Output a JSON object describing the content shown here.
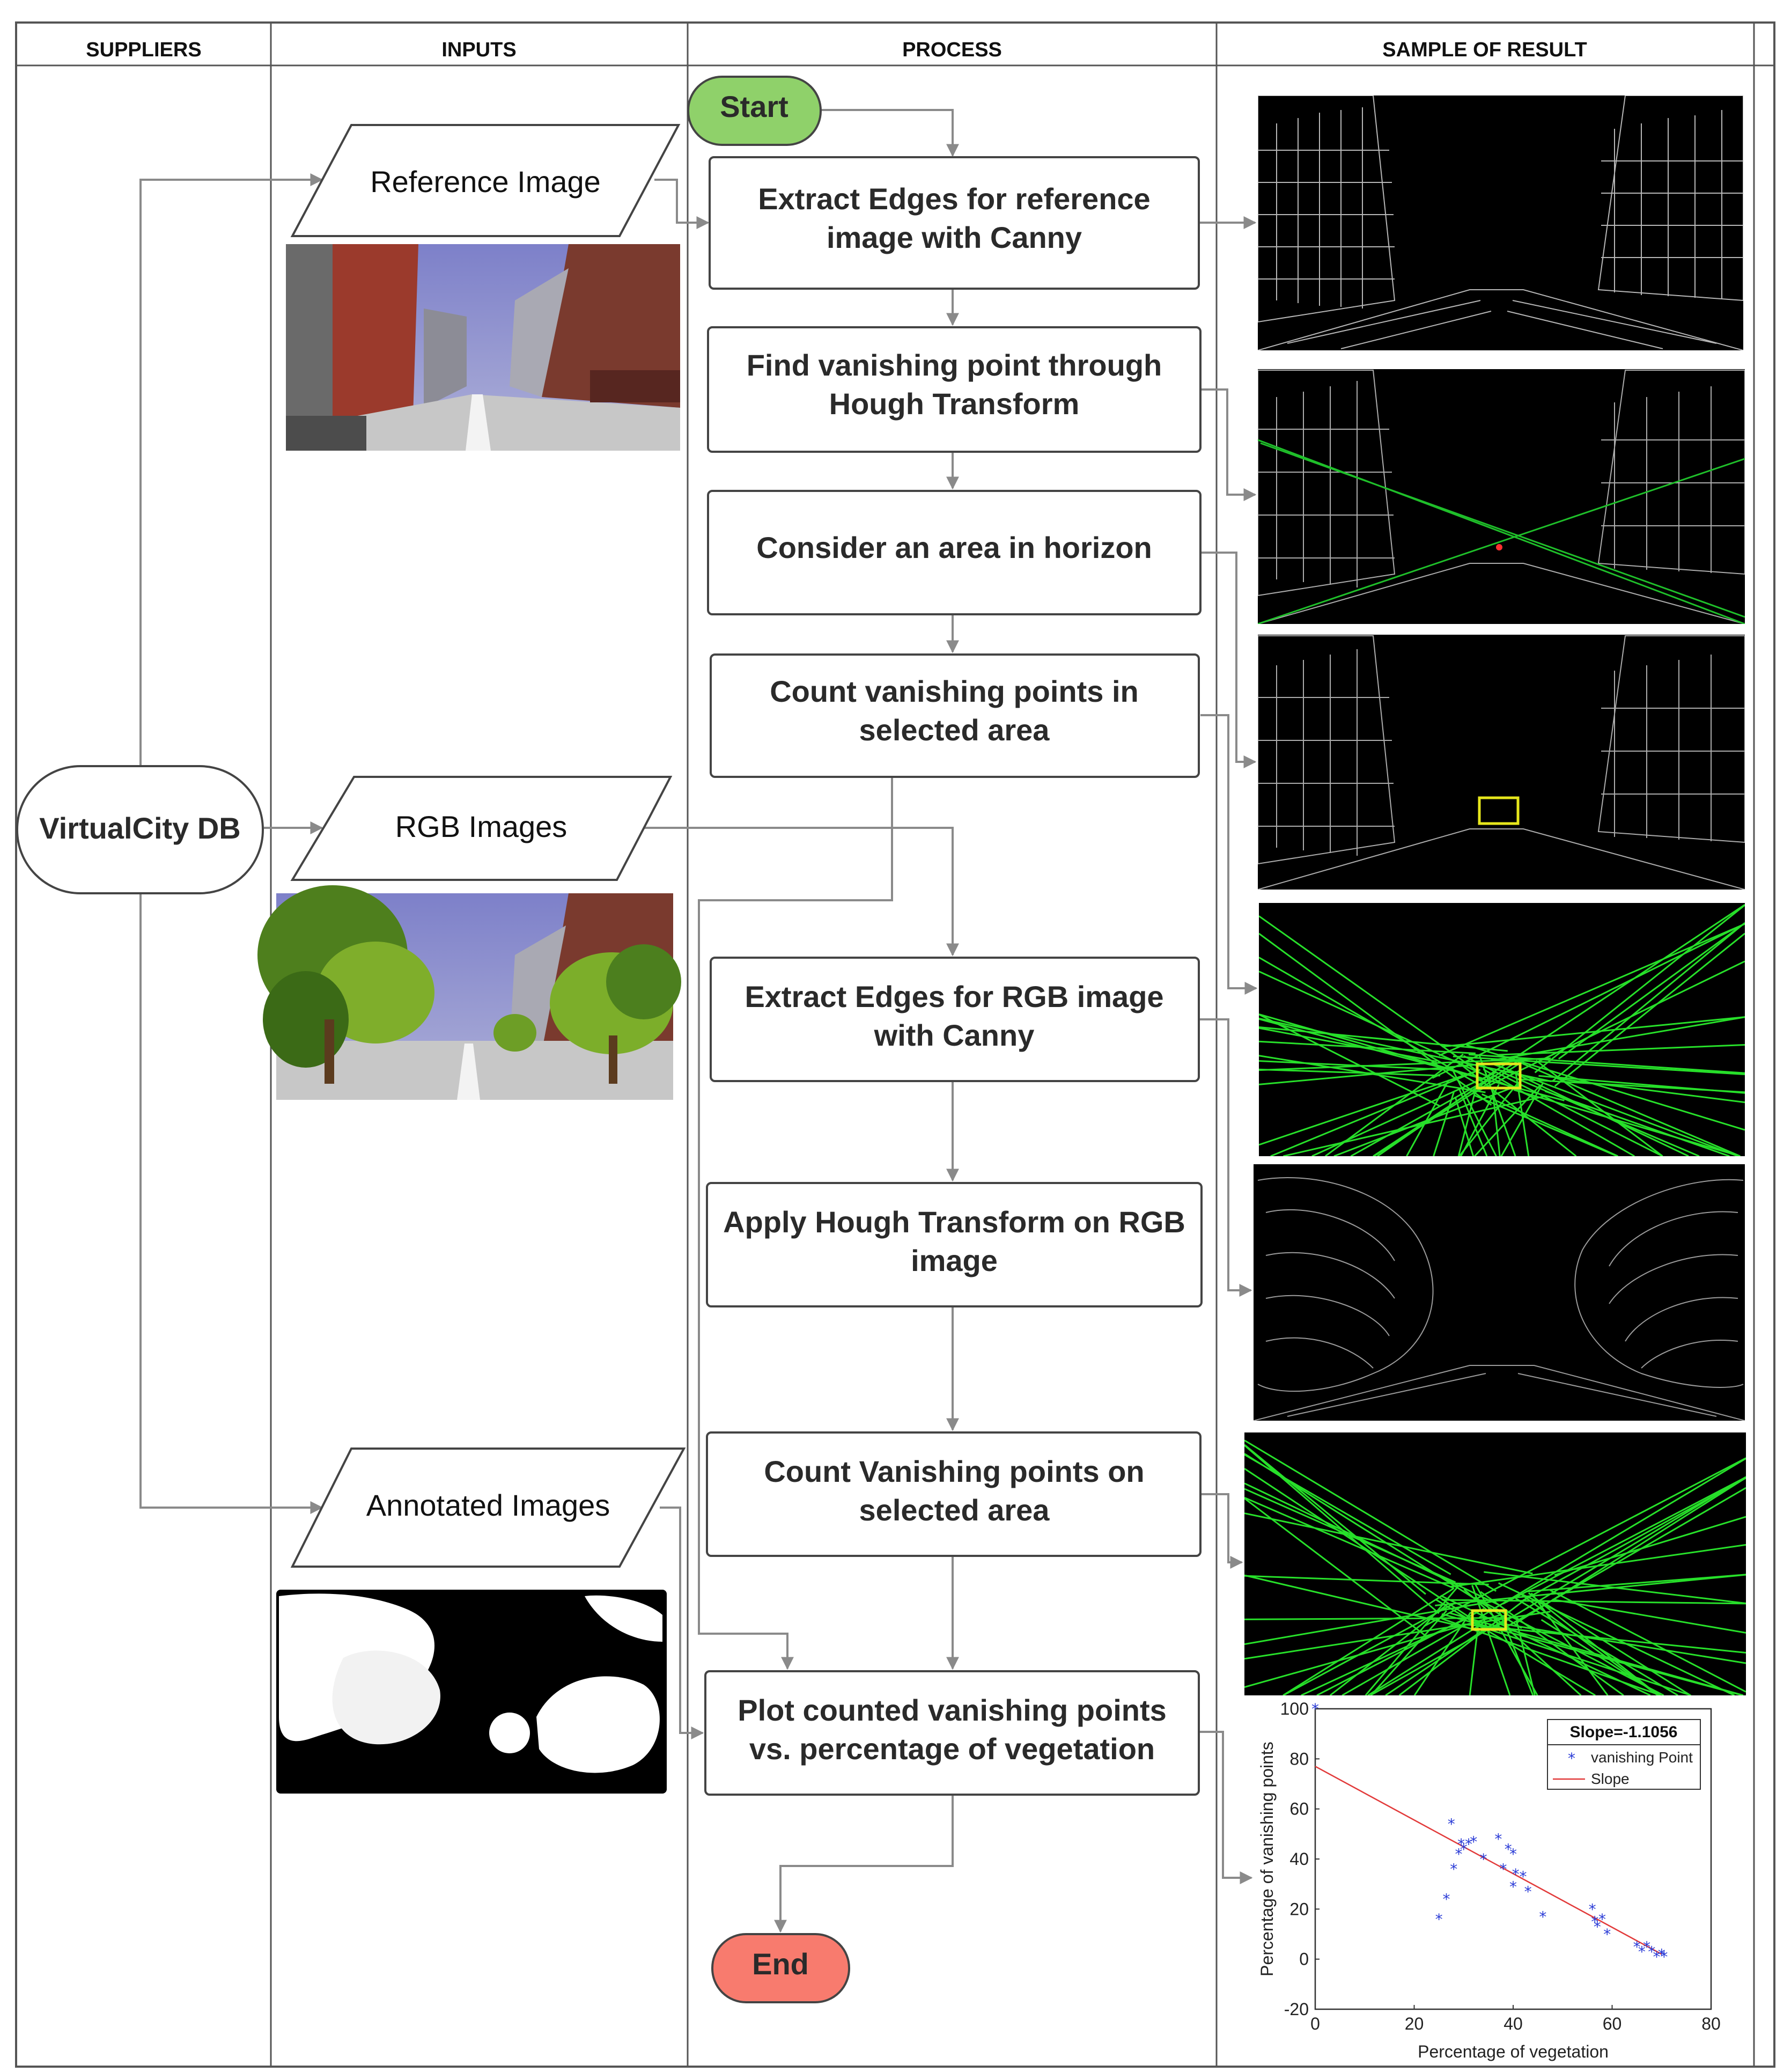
{
  "lanes": {
    "suppliers": "SUPPLIERS",
    "inputs": "INPUTS",
    "process": "PROCESS",
    "result": "SAMPLE OF RESULT"
  },
  "supplier": {
    "label": "VirtualCity DB"
  },
  "inputs": {
    "reference": "Reference Image",
    "rgb": "RGB Images",
    "annotated": "Annotated Images"
  },
  "terminals": {
    "start": "Start",
    "end": "End"
  },
  "steps": [
    {
      "lines": [
        "Extract Edges for reference",
        "image  with Canny"
      ]
    },
    {
      "lines": [
        "Find vanishing point through",
        "Hough Transform"
      ]
    },
    {
      "lines": [
        "Consider an area in horizon"
      ]
    },
    {
      "lines": [
        "Count vanishing points in",
        "selected area"
      ]
    },
    {
      "lines": [
        "Extract Edges for RGB image",
        "with Canny"
      ]
    },
    {
      "lines": [
        "Apply Hough Transform on RGB",
        "image"
      ]
    },
    {
      "lines": [
        "Count Vanishing points on",
        "selected area"
      ]
    },
    {
      "lines": [
        "Plot counted vanishing points",
        "vs. percentage of vegetation"
      ]
    }
  ],
  "colors": {
    "start_fill": "#8fd16a",
    "end_fill": "#f87b6e",
    "connector": "#8a8a8a",
    "hough_lines": "#27e02a",
    "selected_area": "#e6e61c",
    "scatter_marker": "#2a3bd6",
    "fit_line": "#e23a3a"
  },
  "chart_data": {
    "type": "scatter",
    "title": "Slope=-1.1056",
    "xlabel": "Percentage of vegetation",
    "ylabel": "Percentage of vanishing points",
    "xlim": [
      0,
      80
    ],
    "ylim": [
      -20,
      100
    ],
    "xticks": [
      0,
      20,
      40,
      60,
      80
    ],
    "yticks": [
      -20,
      0,
      20,
      40,
      60,
      80,
      100
    ],
    "grid": false,
    "legend_position": "top-right",
    "series": [
      {
        "name": "vanishing Point",
        "marker": "*",
        "points": [
          [
            0,
            100
          ],
          [
            25,
            16
          ],
          [
            26.5,
            24
          ],
          [
            27.5,
            54
          ],
          [
            28,
            36
          ],
          [
            29,
            42
          ],
          [
            29.5,
            46
          ],
          [
            30,
            44
          ],
          [
            31,
            46
          ],
          [
            32,
            47
          ],
          [
            34,
            40
          ],
          [
            37,
            48
          ],
          [
            38,
            36
          ],
          [
            39,
            44
          ],
          [
            40,
            42
          ],
          [
            40,
            29
          ],
          [
            40.5,
            34
          ],
          [
            42,
            33
          ],
          [
            43,
            27
          ],
          [
            46,
            17
          ],
          [
            56,
            20
          ],
          [
            56.5,
            15
          ],
          [
            57,
            13
          ],
          [
            58,
            16
          ],
          [
            59,
            10
          ],
          [
            65,
            5
          ],
          [
            66,
            3
          ],
          [
            67,
            5
          ],
          [
            68,
            3
          ],
          [
            69,
            1
          ],
          [
            70,
            2
          ],
          [
            70.5,
            1
          ]
        ]
      },
      {
        "name": "Slope",
        "type": "line",
        "x": [
          0,
          70
        ],
        "y": [
          77,
          2
        ]
      }
    ]
  }
}
